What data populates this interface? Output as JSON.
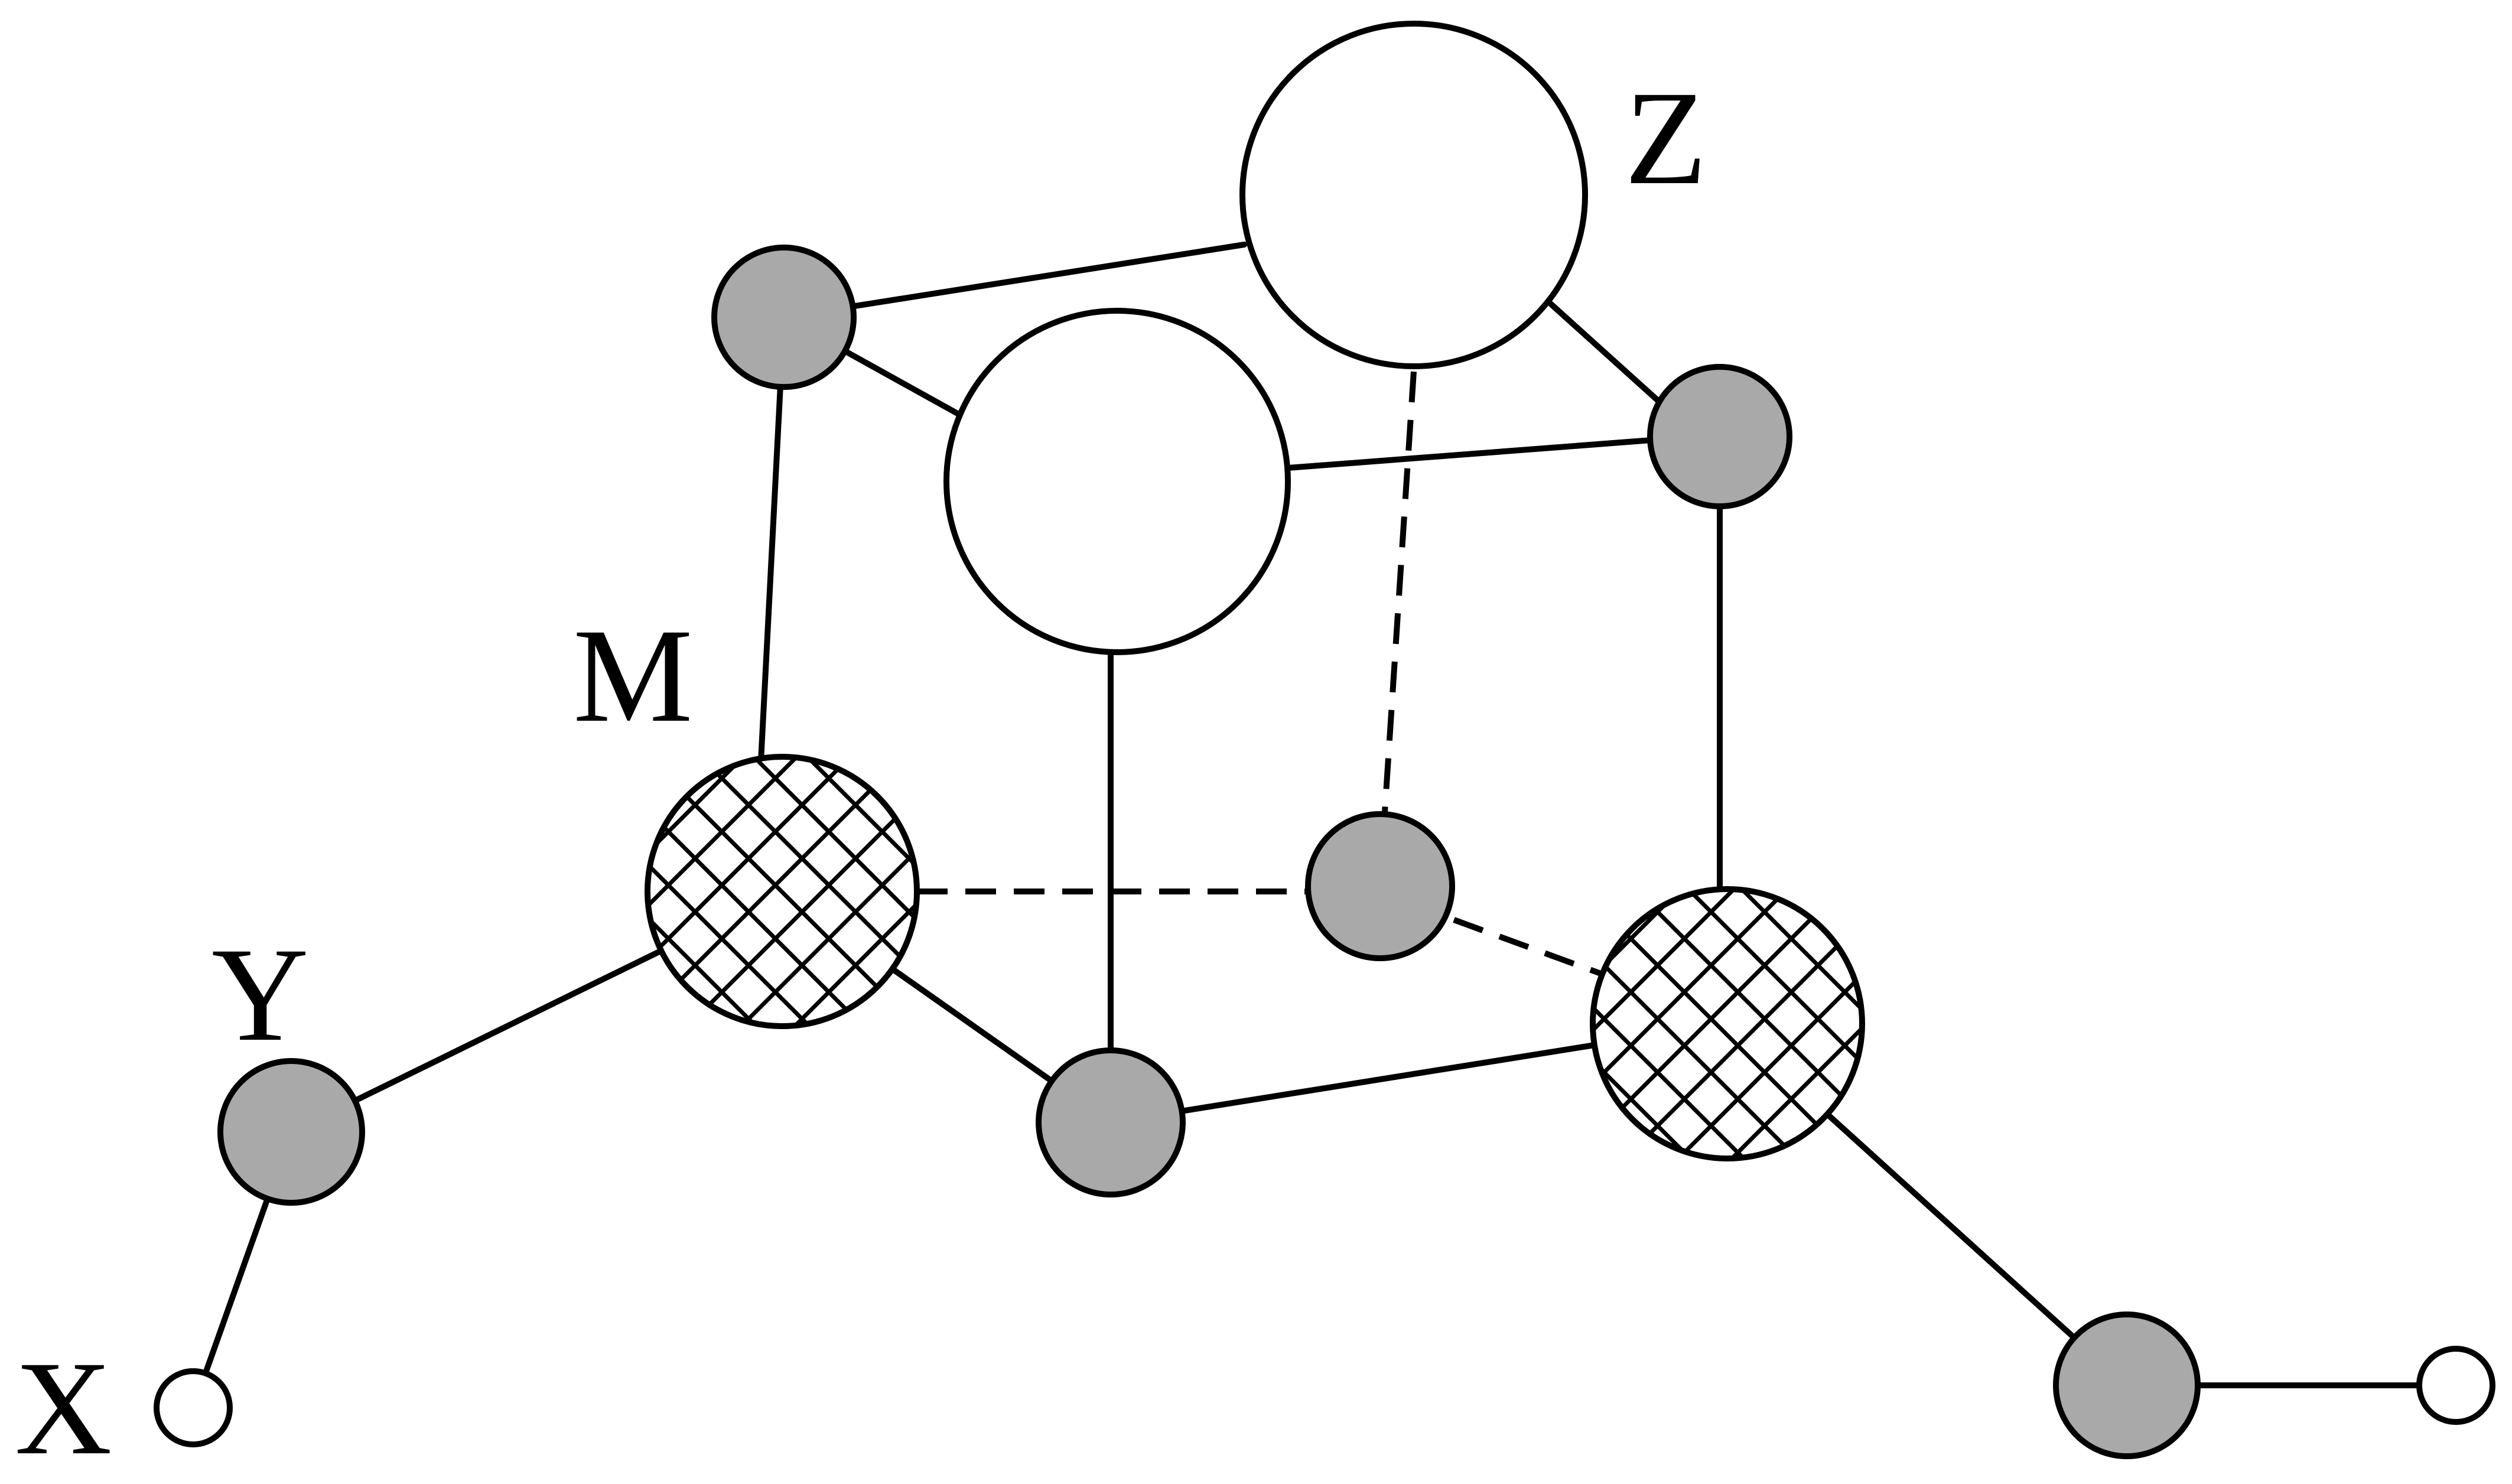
{
  "labels": {
    "z": "Z",
    "m": "M",
    "y": "Y",
    "x": "X"
  },
  "colors": {
    "stroke": "#000000",
    "gray_atom_fill": "#a9a9a9",
    "white_atom_fill": "#ffffff",
    "hatch_fill": "#ffffff",
    "background": "#ffffff"
  },
  "atom_types": [
    "large-white-atom",
    "gray-atom",
    "hatched-atom",
    "small-white-atom"
  ]
}
